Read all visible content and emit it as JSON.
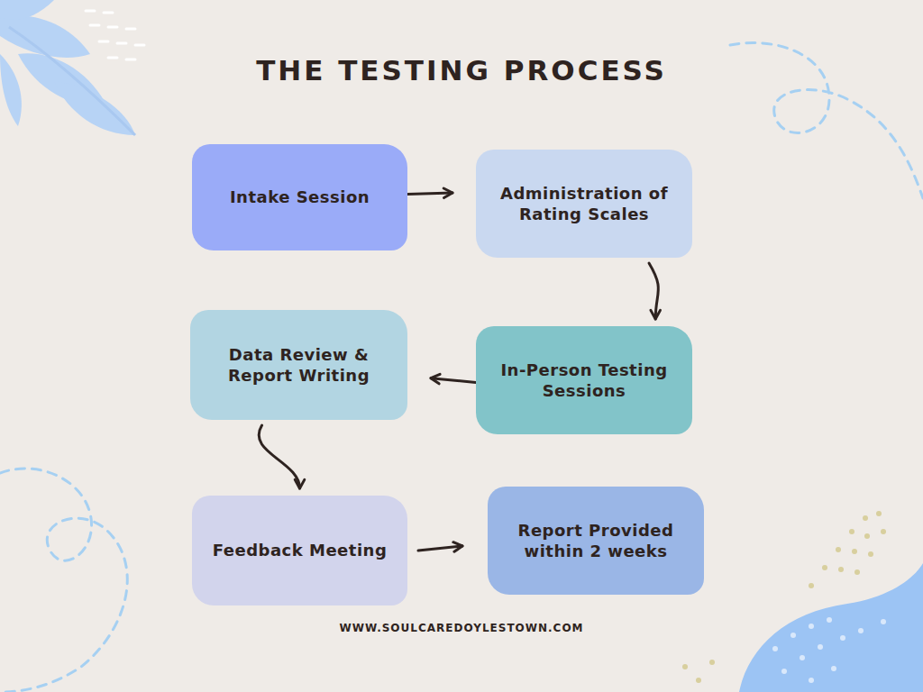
{
  "diagram": {
    "title": "THE TESTING PROCESS",
    "nodes": [
      {
        "text": [
          "Intake Session"
        ]
      },
      {
        "text": [
          "Administration of Rating Scales"
        ]
      },
      {
        "text": [
          "In-Person Testing Sessions"
        ]
      },
      {
        "text": [
          "Data Review & Report Writing"
        ]
      },
      {
        "text": [
          "Feedback Meeting"
        ]
      },
      {
        "text": [
          "Report Provided within 2 weeks"
        ]
      }
    ],
    "edges": [
      {
        "from": 0,
        "to": 1,
        "arrow": "to"
      },
      {
        "from": 1,
        "to": 2,
        "arrow": "to"
      },
      {
        "from": 2,
        "to": 3,
        "arrow": "to"
      },
      {
        "from": 3,
        "to": 4,
        "arrow": "to"
      },
      {
        "from": 4,
        "to": 5,
        "arrow": "to"
      }
    ],
    "labels": [
      "WWW.SOULCAREDOYLESTOWN.COM"
    ]
  }
}
